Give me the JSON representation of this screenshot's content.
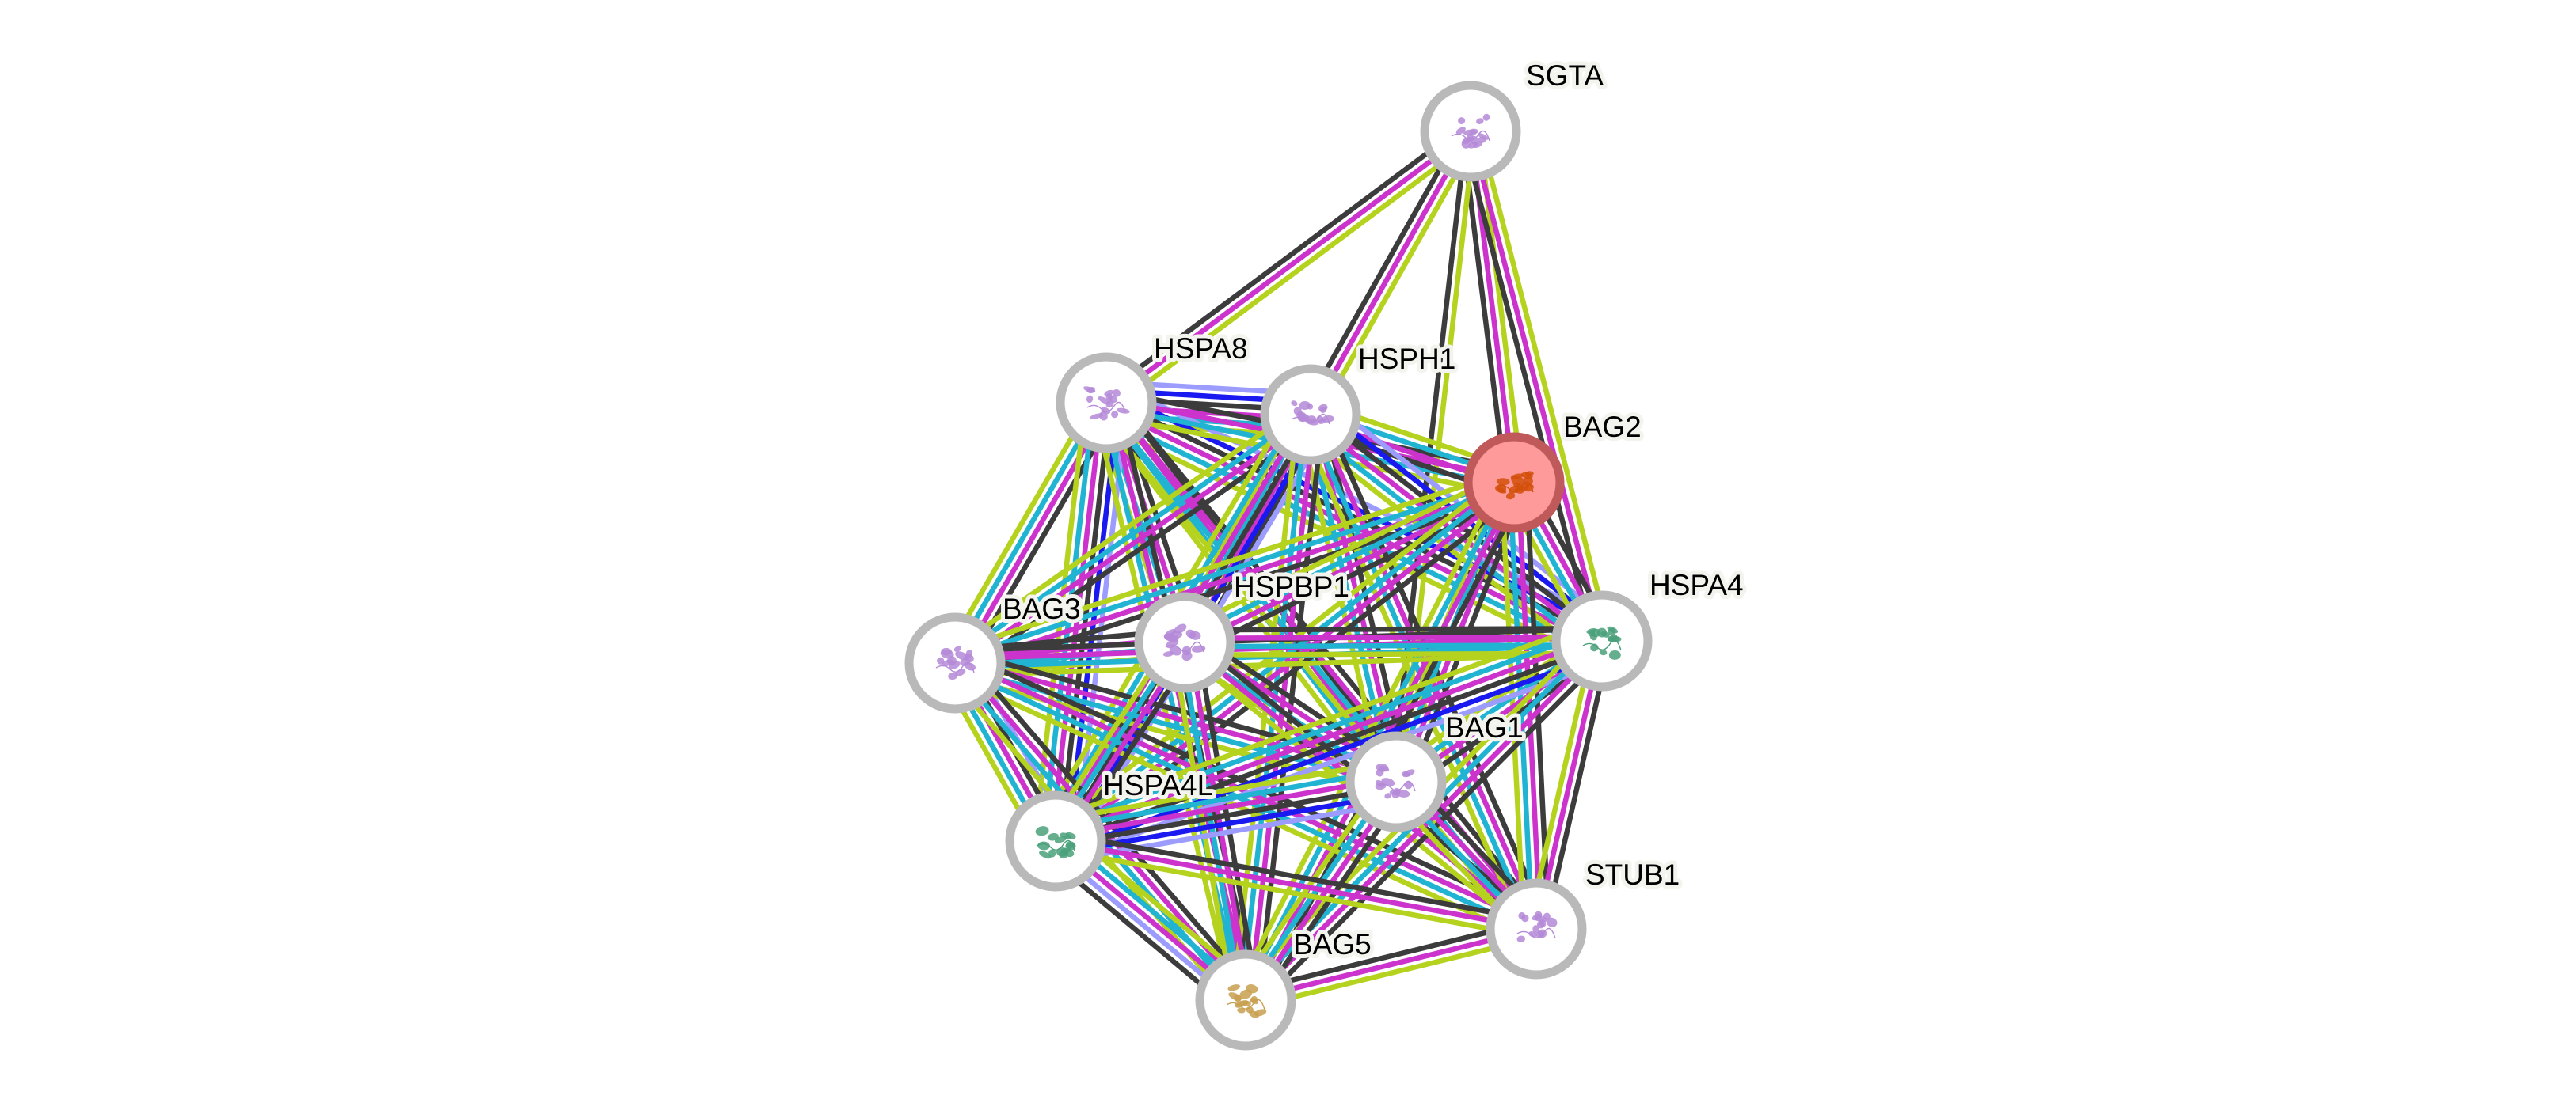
{
  "title": "STRING protein interaction network",
  "query_protein": "BAG2",
  "evidence_channels": {
    "t": {
      "name": "textmining",
      "color": "#b4d21e"
    },
    "e": {
      "name": "experiments",
      "color": "#cc33cc"
    },
    "d": {
      "name": "databases",
      "color": "#21b4d2"
    },
    "c": {
      "name": "coexpression",
      "color": "#3c3c3c"
    },
    "h": {
      "name": "homology",
      "color": "#9c9cff"
    },
    "o": {
      "name": "cooccurrence",
      "color": "#1a1af0"
    }
  },
  "node_style": {
    "ring_color": "#b9b9b9",
    "fill_color": "#ffffff",
    "query_fill_color": "#ff9a9a",
    "query_ring_color": "#c05a5a"
  },
  "nodes": [
    {
      "id": "SGTA",
      "label": "SGTA",
      "query": false,
      "structure_color": "#b48ad8"
    },
    {
      "id": "HSPA8",
      "label": "HSPA8",
      "query": false,
      "structure_color": "#b48ad8"
    },
    {
      "id": "HSPH1",
      "label": "HSPH1",
      "query": false,
      "structure_color": "#b48ad8"
    },
    {
      "id": "BAG2",
      "label": "BAG2",
      "query": true,
      "structure_color": "#d2500a"
    },
    {
      "id": "BAG3",
      "label": "BAG3",
      "query": false,
      "structure_color": "#b48ad8"
    },
    {
      "id": "HSPBP1",
      "label": "HSPBP1",
      "query": false,
      "structure_color": "#b48ad8"
    },
    {
      "id": "HSPA4",
      "label": "HSPA4",
      "query": false,
      "structure_color": "#4aa07a"
    },
    {
      "id": "BAG1",
      "label": "BAG1",
      "query": false,
      "structure_color": "#b48ad8"
    },
    {
      "id": "HSPA4L",
      "label": "HSPA4L",
      "query": false,
      "structure_color": "#4aa07a"
    },
    {
      "id": "STUB1",
      "label": "STUB1",
      "query": false,
      "structure_color": "#b48ad8"
    },
    {
      "id": "BAG5",
      "label": "BAG5",
      "query": false,
      "structure_color": "#c8a050"
    }
  ],
  "edges": [
    {
      "a": "SGTA",
      "b": "HSPA8",
      "ev": "tec"
    },
    {
      "a": "SGTA",
      "b": "HSPH1",
      "ev": "tec"
    },
    {
      "a": "SGTA",
      "b": "BAG2",
      "ev": "tec"
    },
    {
      "a": "SGTA",
      "b": "HSPA4",
      "ev": "tec"
    },
    {
      "a": "SGTA",
      "b": "BAG1",
      "ev": "tc"
    },
    {
      "a": "HSPA8",
      "b": "HSPH1",
      "ev": "hocedt"
    },
    {
      "a": "HSPA8",
      "b": "BAG3",
      "ev": "cedt"
    },
    {
      "a": "HSPA8",
      "b": "HSPBP1",
      "ev": "cedt"
    },
    {
      "a": "HSPA8",
      "b": "HSPA4",
      "ev": "hocedt"
    },
    {
      "a": "HSPA8",
      "b": "BAG1",
      "ev": "cedt"
    },
    {
      "a": "HSPA8",
      "b": "HSPA4L",
      "ev": "hocedt"
    },
    {
      "a": "HSPA8",
      "b": "STUB1",
      "ev": "cedt"
    },
    {
      "a": "HSPA8",
      "b": "BAG5",
      "ev": "cedt"
    },
    {
      "a": "HSPA8",
      "b": "BAG2",
      "ev": "cedt"
    },
    {
      "a": "HSPH1",
      "b": "BAG2",
      "ev": "tdec"
    },
    {
      "a": "HSPH1",
      "b": "BAG3",
      "ev": "cedt"
    },
    {
      "a": "HSPH1",
      "b": "HSPBP1",
      "ev": "cedt"
    },
    {
      "a": "HSPH1",
      "b": "HSPA4",
      "ev": "hocedt"
    },
    {
      "a": "HSPH1",
      "b": "BAG1",
      "ev": "cedt"
    },
    {
      "a": "HSPH1",
      "b": "HSPA4L",
      "ev": "hocedt"
    },
    {
      "a": "HSPH1",
      "b": "STUB1",
      "ev": "cedt"
    },
    {
      "a": "HSPH1",
      "b": "BAG5",
      "ev": "cedt"
    },
    {
      "a": "BAG2",
      "b": "BAG3",
      "ev": "cedt"
    },
    {
      "a": "BAG2",
      "b": "HSPBP1",
      "ev": "cedt"
    },
    {
      "a": "BAG2",
      "b": "HSPA4",
      "ev": "cedt"
    },
    {
      "a": "BAG2",
      "b": "BAG1",
      "ev": "cedt"
    },
    {
      "a": "BAG2",
      "b": "HSPA4L",
      "ev": "cedt"
    },
    {
      "a": "BAG2",
      "b": "STUB1",
      "ev": "cedt"
    },
    {
      "a": "BAG2",
      "b": "BAG5",
      "ev": "cedt"
    },
    {
      "a": "BAG3",
      "b": "HSPBP1",
      "ev": "cedt"
    },
    {
      "a": "BAG3",
      "b": "HSPA4",
      "ev": "cedt"
    },
    {
      "a": "BAG3",
      "b": "BAG1",
      "ev": "cedt"
    },
    {
      "a": "BAG3",
      "b": "HSPA4L",
      "ev": "hcedt"
    },
    {
      "a": "BAG3",
      "b": "STUB1",
      "ev": "cedt"
    },
    {
      "a": "BAG3",
      "b": "BAG5",
      "ev": "cedt"
    },
    {
      "a": "HSPBP1",
      "b": "HSPA4",
      "ev": "cedt"
    },
    {
      "a": "HSPBP1",
      "b": "BAG1",
      "ev": "cedt"
    },
    {
      "a": "HSPBP1",
      "b": "HSPA4L",
      "ev": "cedt"
    },
    {
      "a": "HSPBP1",
      "b": "BAG5",
      "ev": "cedt"
    },
    {
      "a": "HSPBP1",
      "b": "STUB1",
      "ev": "cet"
    },
    {
      "a": "HSPA4",
      "b": "BAG1",
      "ev": "cedt"
    },
    {
      "a": "HSPA4",
      "b": "HSPA4L",
      "ev": "hocedt"
    },
    {
      "a": "HSPA4",
      "b": "STUB1",
      "ev": "cet"
    },
    {
      "a": "HSPA4",
      "b": "BAG5",
      "ev": "cedt"
    },
    {
      "a": "BAG1",
      "b": "HSPA4L",
      "ev": "hocedt"
    },
    {
      "a": "BAG1",
      "b": "STUB1",
      "ev": "cedt"
    },
    {
      "a": "BAG1",
      "b": "BAG5",
      "ev": "cedt"
    },
    {
      "a": "HSPA4L",
      "b": "STUB1",
      "ev": "cet"
    },
    {
      "a": "HSPA4L",
      "b": "BAG5",
      "ev": "tdehc"
    },
    {
      "a": "STUB1",
      "b": "BAG5",
      "ev": "tec"
    }
  ]
}
